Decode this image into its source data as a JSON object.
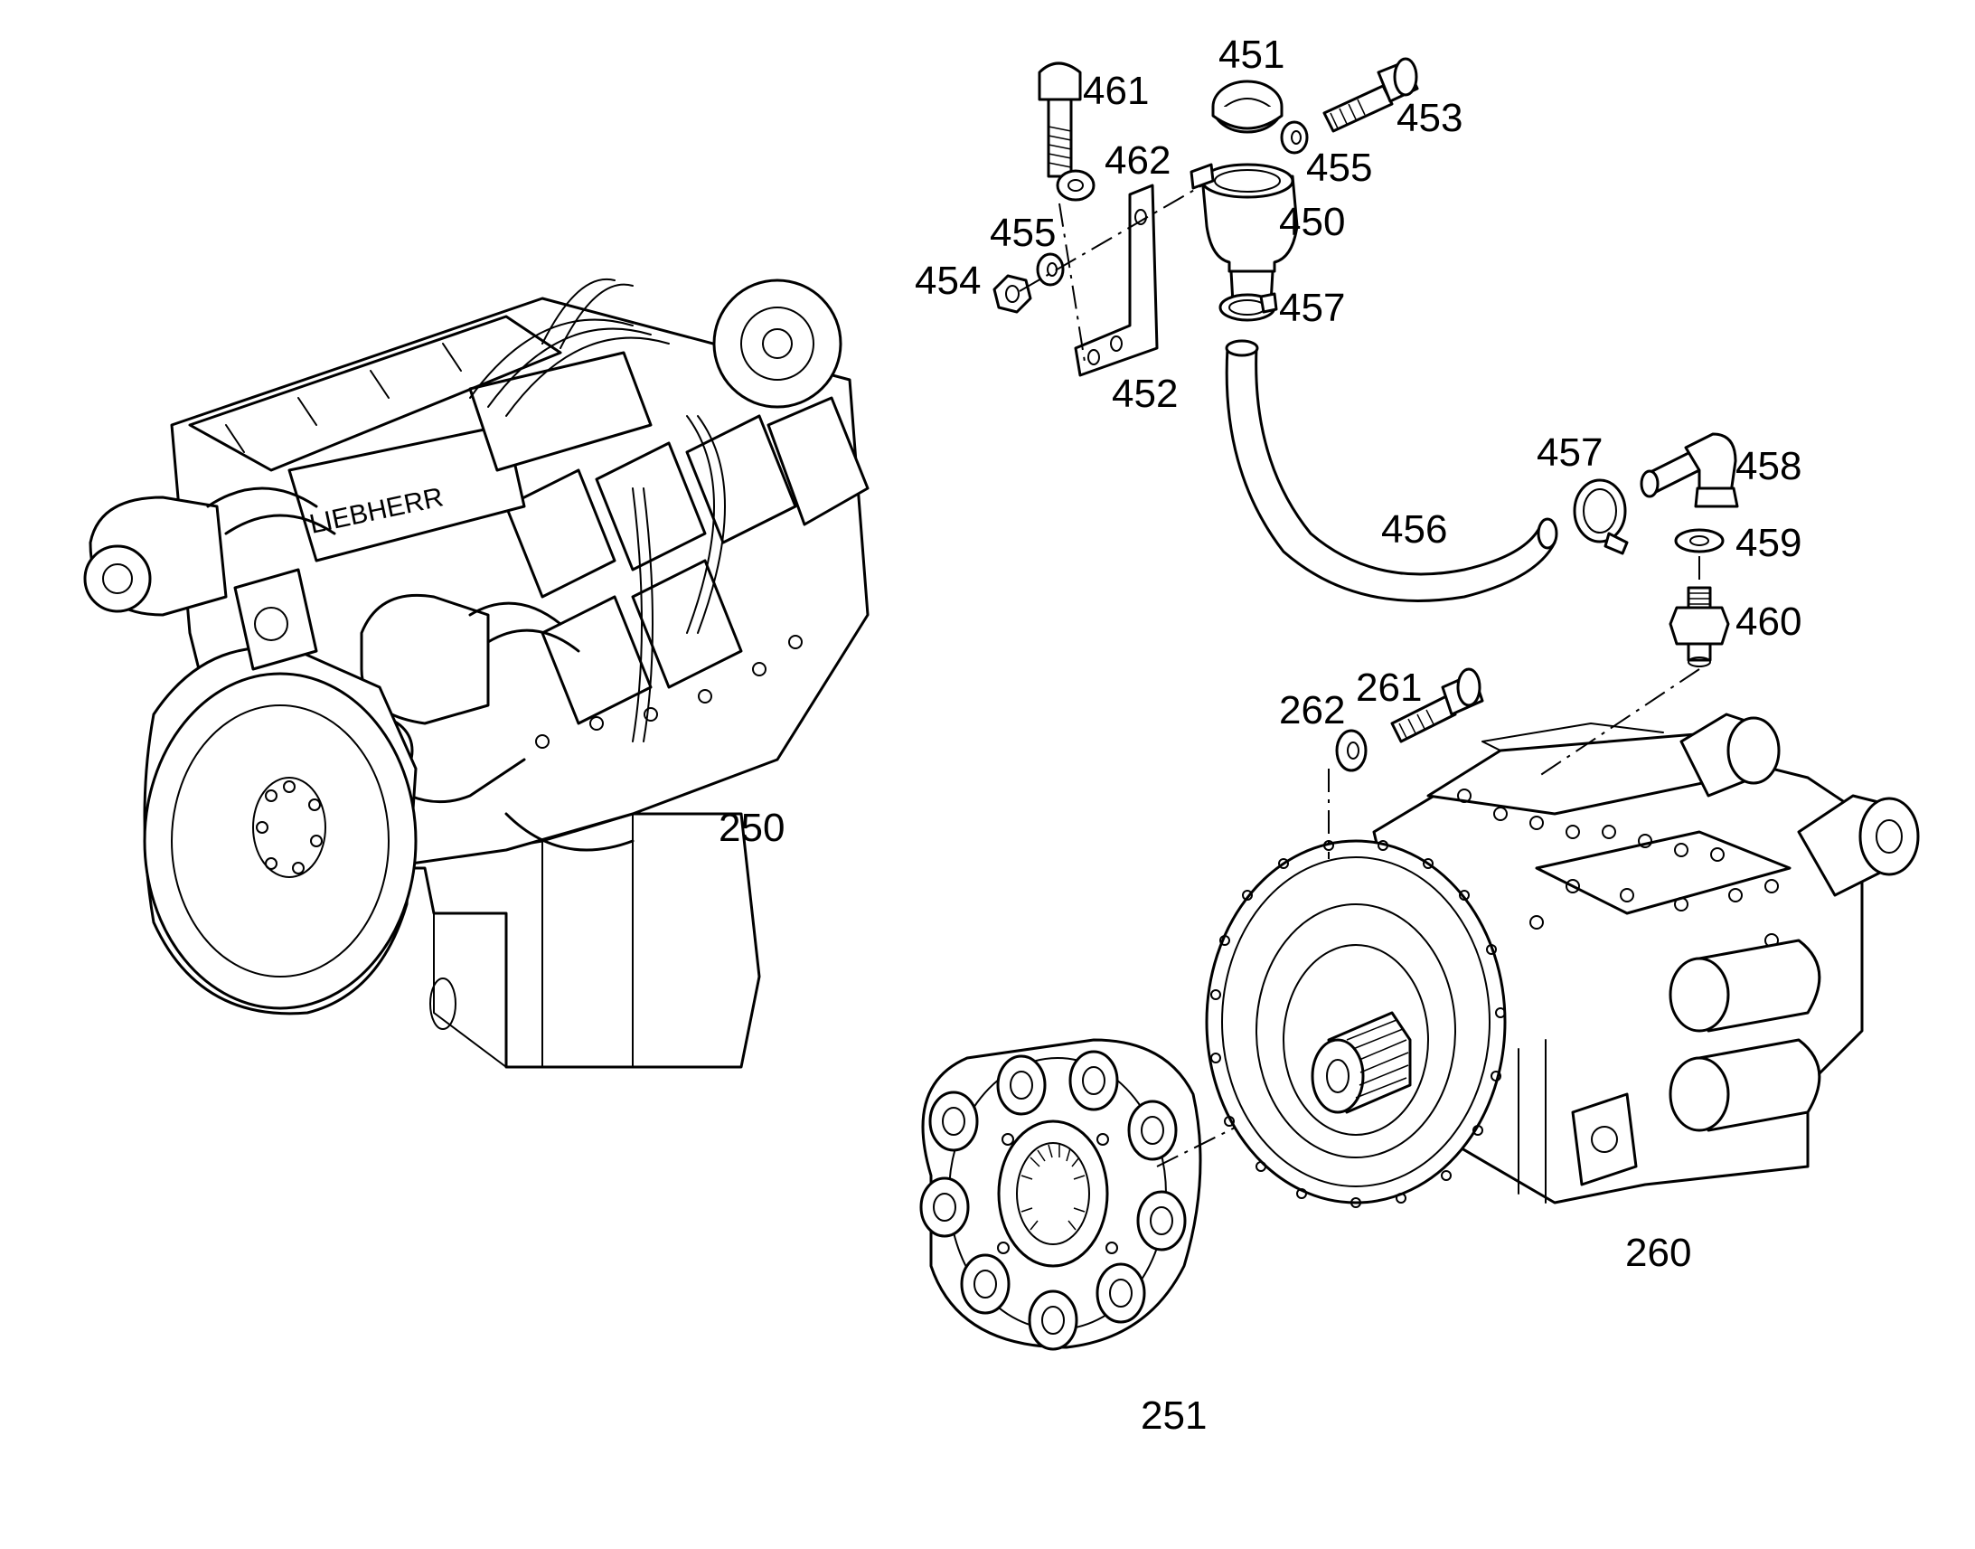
{
  "callouts": {
    "c250": "250",
    "c251": "251",
    "c260": "260",
    "c261": "261",
    "c262": "262",
    "c450": "450",
    "c451": "451",
    "c452": "452",
    "c453": "453",
    "c454": "454",
    "c455a": "455",
    "c455b": "455",
    "c456": "456",
    "c457a": "457",
    "c457b": "457",
    "c458": "458",
    "c459": "459",
    "c460": "460",
    "c461": "461",
    "c462": "462"
  },
  "engine_brand": "LIEBHERR",
  "colors": {
    "line": "#000000",
    "background": "#ffffff"
  }
}
